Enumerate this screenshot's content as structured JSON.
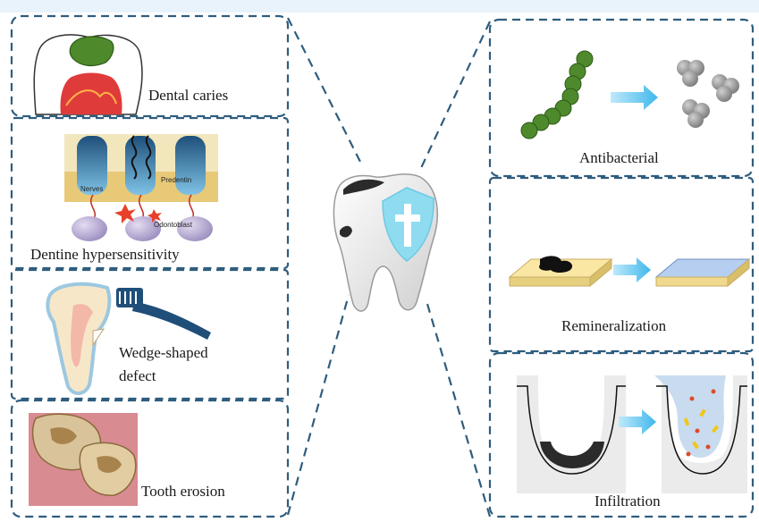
{
  "left_panels": [
    {
      "label": "Dental caries"
    },
    {
      "label": "Dentine hypersensitivity",
      "inner_labels": [
        "Nerves",
        "Predentin",
        "Odontoblast"
      ]
    },
    {
      "label_line1": "Wedge-shaped",
      "label_line2": "defect"
    },
    {
      "label": "Tooth erosion"
    }
  ],
  "right_panels": [
    {
      "label": "Antibacterial"
    },
    {
      "label": "Remineralization"
    },
    {
      "label": "Infiltration"
    }
  ],
  "colors": {
    "background": "#e9f3fb",
    "panel_border": "#2f5d7e",
    "arrow": "#4fc3ee",
    "bacteria": "#4e8a2c",
    "shield": "#8fdcf0"
  },
  "icons": [
    "tooth-shield-icon",
    "toothbrush-icon",
    "bacteria-chain-icon"
  ]
}
